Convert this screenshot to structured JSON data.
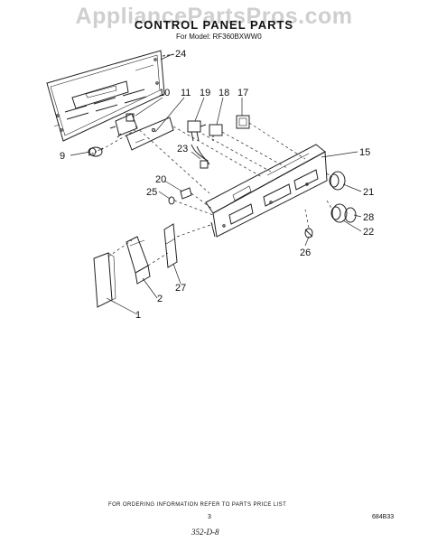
{
  "watermark": "AppliancePartsPros.com",
  "title": "CONTROL PANEL PARTS",
  "model_line": "For Model: RF360BXWW0",
  "callouts": {
    "c24": "24",
    "c10": "10",
    "c11": "11",
    "c19": "19",
    "c18": "18",
    "c17": "17",
    "c9": "9",
    "c23": "23",
    "c15": "15",
    "c20": "20",
    "c25": "25",
    "c21": "21",
    "c28": "28",
    "c22": "22",
    "c26": "26",
    "c2": "2",
    "c27": "27",
    "c1": "1"
  },
  "footer": {
    "ordering_info": "FOR ORDERING INFORMATION REFER TO PARTS PRICE LIST",
    "page_number": "3",
    "doc_number": "684B33",
    "handwritten": "352-D-8"
  }
}
